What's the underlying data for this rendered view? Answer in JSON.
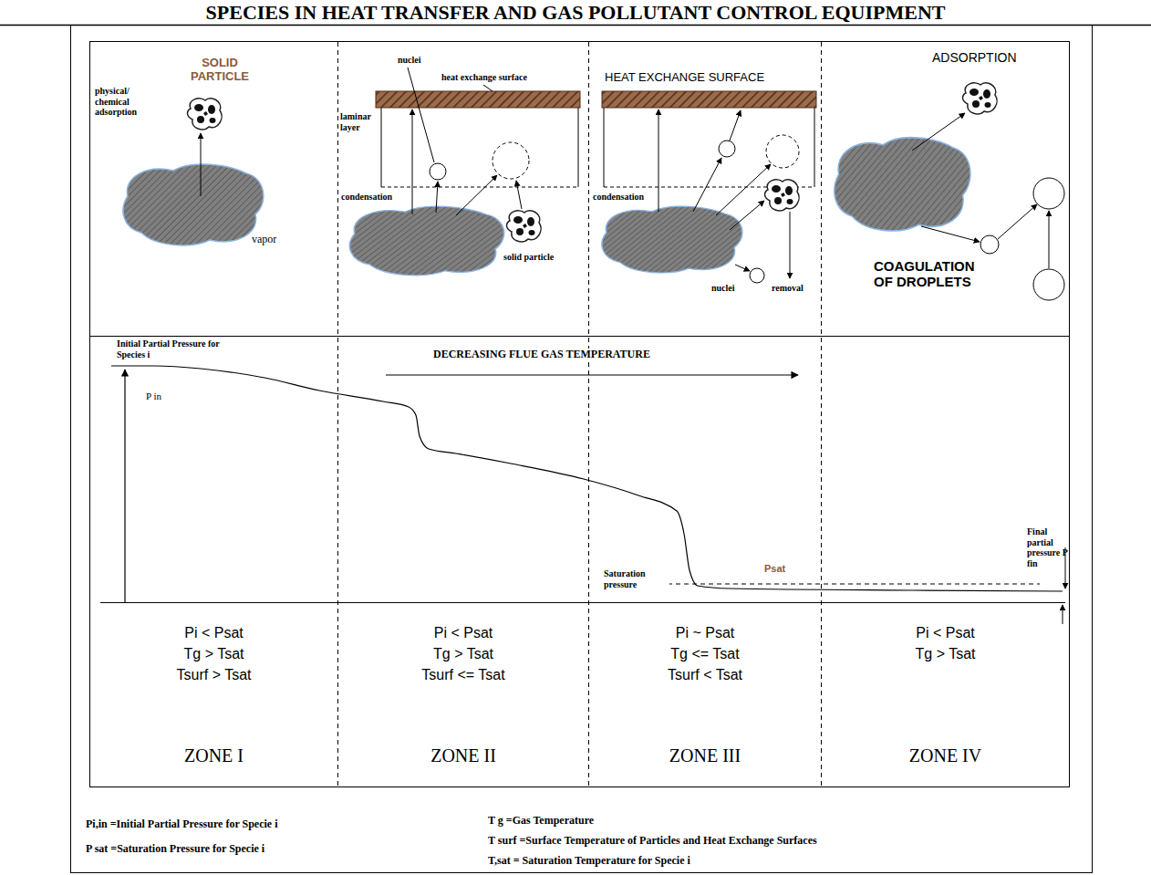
{
  "diagram": {
    "title": "SPECIES IN HEAT TRANSFER AND GAS POLLUTANT CONTROL EQUIPMENT",
    "nodes": [
      {
        "text": [
          "Pi < Psat",
          "Tg > Tsat",
          "Tsurf > Tsat",
          "ZONE I"
        ]
      },
      {
        "text": [
          "Pi < Psat",
          "Tg > Tsat",
          "Tsurf <= Tsat",
          "ZONE II"
        ]
      },
      {
        "text": [
          "Pi ~ Psat",
          "Tg <= Tsat",
          "Tsurf < Tsat",
          "ZONE III"
        ]
      },
      {
        "text": [
          "Pi < Psat",
          "Tg > Tsat",
          "ZONE IV"
        ]
      }
    ],
    "labels": [
      "SOLID PARTICLE",
      "physical/ chemical adsorption",
      "vapor",
      "nuclei",
      "heat exchange surface",
      "laminar layer",
      "condensation",
      "solid particle",
      "HEAT EXCHANGE SURFACE",
      "condensation",
      "nuclei",
      "removal",
      "ADSORPTION",
      "COAGULATION OF DROPLETS",
      "Initial Partial Pressure for Species i",
      "P in",
      "DECREASING FLUE GAS TEMPERATURE",
      "Saturation pressure",
      "Psat",
      "Final partial pressure P fin",
      "Pi,in =Initial Partial Pressure for Specie i",
      "P sat =Saturation Pressure for Specie i",
      "T g =Gas Temperature",
      "T surf =Surface Temperature of Particles and Heat Exchange Surfaces",
      "T,sat = Saturation Temperature for Specie i"
    ]
  }
}
